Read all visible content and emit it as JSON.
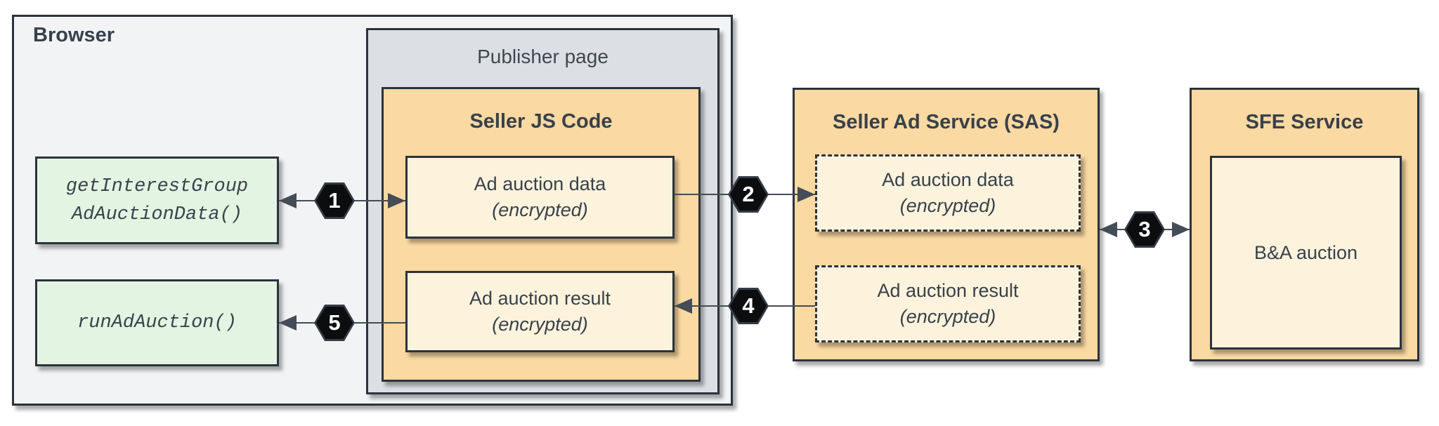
{
  "colors": {
    "browser_fill": "#F2F3F5",
    "publisher_fill": "#DCDFE3",
    "service_fill": "#FBD9A2",
    "payload_fill": "#FDF3DC",
    "api_fill": "#E4F4E2",
    "border": "#2B333C",
    "arrow": "#434C57",
    "badge_fill": "#0B0D0F",
    "text": "#38414B"
  },
  "browser": {
    "label": "Browser",
    "apis": {
      "get_interest_group": {
        "line1": "getInterestGroup",
        "line2": "AdAuctionData()"
      },
      "run_ad_auction": {
        "label": "runAdAuction()"
      }
    }
  },
  "publisher_page": {
    "label": "Publisher page",
    "seller_js": {
      "title": "Seller JS Code",
      "ad_auction_data": {
        "line1": "Ad auction data",
        "line2": "(encrypted)"
      },
      "ad_auction_result": {
        "line1": "Ad auction result",
        "line2": "(encrypted)"
      }
    }
  },
  "seller_ad_service": {
    "title": "Seller Ad Service (SAS)",
    "ad_auction_data": {
      "line1": "Ad auction data",
      "line2": "(encrypted)"
    },
    "ad_auction_result": {
      "line1": "Ad auction result",
      "line2": "(encrypted)"
    }
  },
  "sfe_service": {
    "title": "SFE Service",
    "auction": {
      "label": "B&A auction"
    }
  },
  "steps": [
    {
      "number": "1"
    },
    {
      "number": "2"
    },
    {
      "number": "3"
    },
    {
      "number": "4"
    },
    {
      "number": "5"
    }
  ]
}
